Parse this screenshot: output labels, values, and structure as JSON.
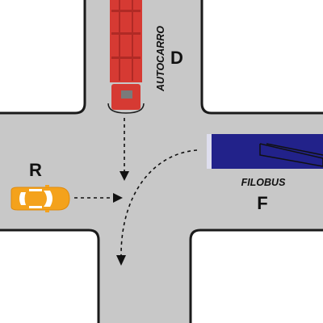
{
  "vehicles": {
    "truck": {
      "label": "AUTOCARRO",
      "letter": "D",
      "color": "#d63a33"
    },
    "trolleybus": {
      "label": "FILOBUS",
      "letter": "F",
      "color": "#22228a"
    },
    "car": {
      "letter": "R",
      "color": "#f4a21c"
    }
  },
  "colors": {
    "road": "#c8c8c8",
    "sidewalk": "#ffffff",
    "curb": "#1a1a1a",
    "arrow": "#111111"
  }
}
